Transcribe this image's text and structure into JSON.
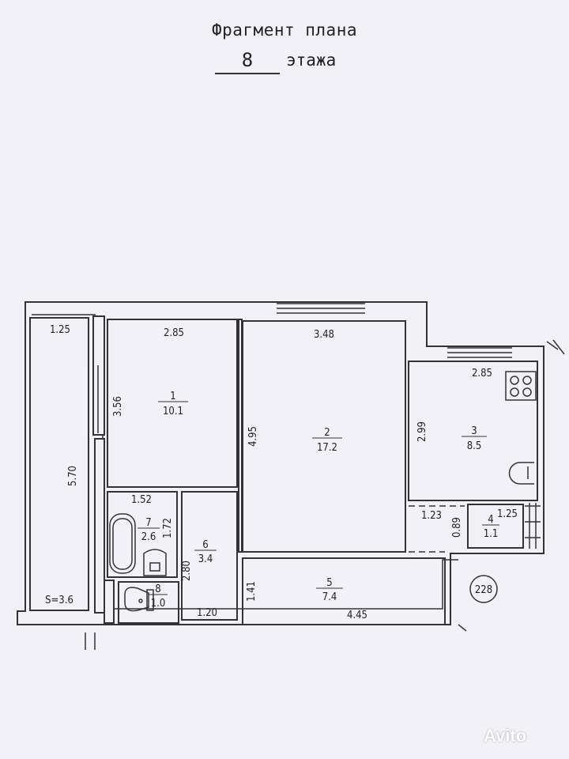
{
  "header": {
    "line1": "Фрагмент плана",
    "floor": "8",
    "line2": "этажа"
  },
  "rooms": [
    {
      "number": "1",
      "area": "10.1"
    },
    {
      "number": "2",
      "area": "17.2"
    },
    {
      "number": "3",
      "area": "8.5"
    },
    {
      "number": "4",
      "area": "1.1"
    },
    {
      "number": "5",
      "area": "7.4"
    },
    {
      "number": "6",
      "area": "3.4"
    },
    {
      "number": "7",
      "area": "2.6"
    },
    {
      "number": "8",
      "area": "1.0"
    }
  ],
  "dimensions": {
    "balcony_width": "1.25",
    "balcony_length": "5.70",
    "balcony_area": "S=3.6",
    "r1_width": "2.85",
    "r1_length": "3.56",
    "r2_width": "3.48",
    "r2_length": "4.95",
    "r3_width": "2.85",
    "r3_length": "2.99",
    "r7_width": "1.52",
    "r7_length": "1.72",
    "r6_length": "2.80",
    "r6_width": "1.20",
    "r5_length": "1.41",
    "r5_width": "4.45",
    "r4_width": "1.25",
    "r4_length": "0.89",
    "hall_width": "1.23"
  },
  "apartment_tag": "228",
  "watermark": "Avito"
}
